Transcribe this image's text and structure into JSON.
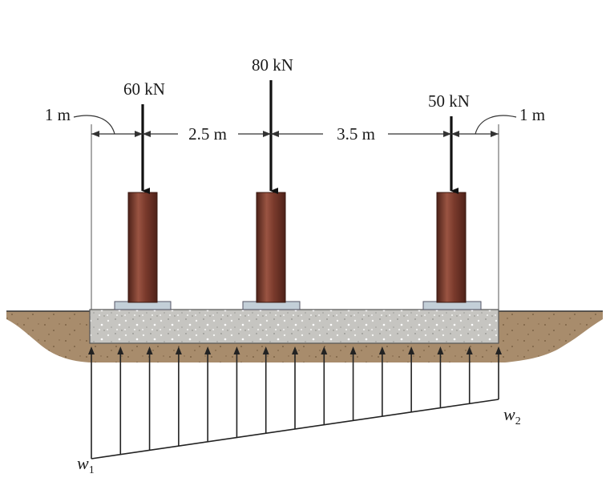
{
  "loads": {
    "left": "60 kN",
    "middle": "80 kN",
    "right": "50 kN"
  },
  "dimensions": {
    "left_overhang": "1 m",
    "span_1": "2.5 m",
    "span_2": "3.5 m",
    "right_overhang": "1 m"
  },
  "pressure": {
    "w1_base": "w",
    "w1_sub": "1",
    "w2_base": "w",
    "w2_sub": "2"
  },
  "colors": {
    "column": "#7a3a2c",
    "column_highlight": "#9a5442",
    "column_shadow": "#4e2219",
    "base_plate": "#b9c7d1",
    "footing": "#c9c9c6",
    "soil": "#a68a6a",
    "soil_dark": "#8d7152"
  }
}
